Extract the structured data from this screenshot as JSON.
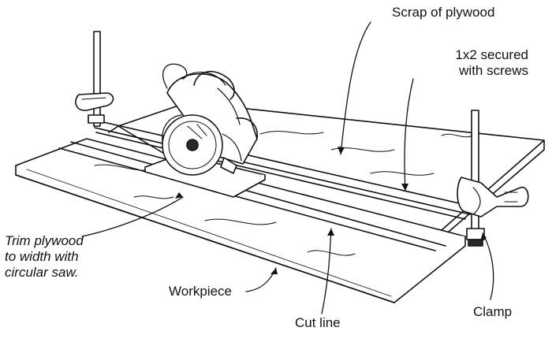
{
  "labels": {
    "scrap": "Scrap of plywood",
    "secured_line1": "1x2 secured",
    "secured_line2": "with screws",
    "trim_line1": "Trim plywood",
    "trim_line2": "to width with",
    "trim_line3": "circular saw.",
    "workpiece": "Workpiece",
    "cut_line": "Cut line",
    "clamp": "Clamp"
  },
  "colors": {
    "ink": "#111111",
    "paper": "#ffffff",
    "shade": "#2a2a2a"
  },
  "icons": {
    "saw": "circular-saw-icon",
    "clamp": "bar-clamp-icon"
  }
}
